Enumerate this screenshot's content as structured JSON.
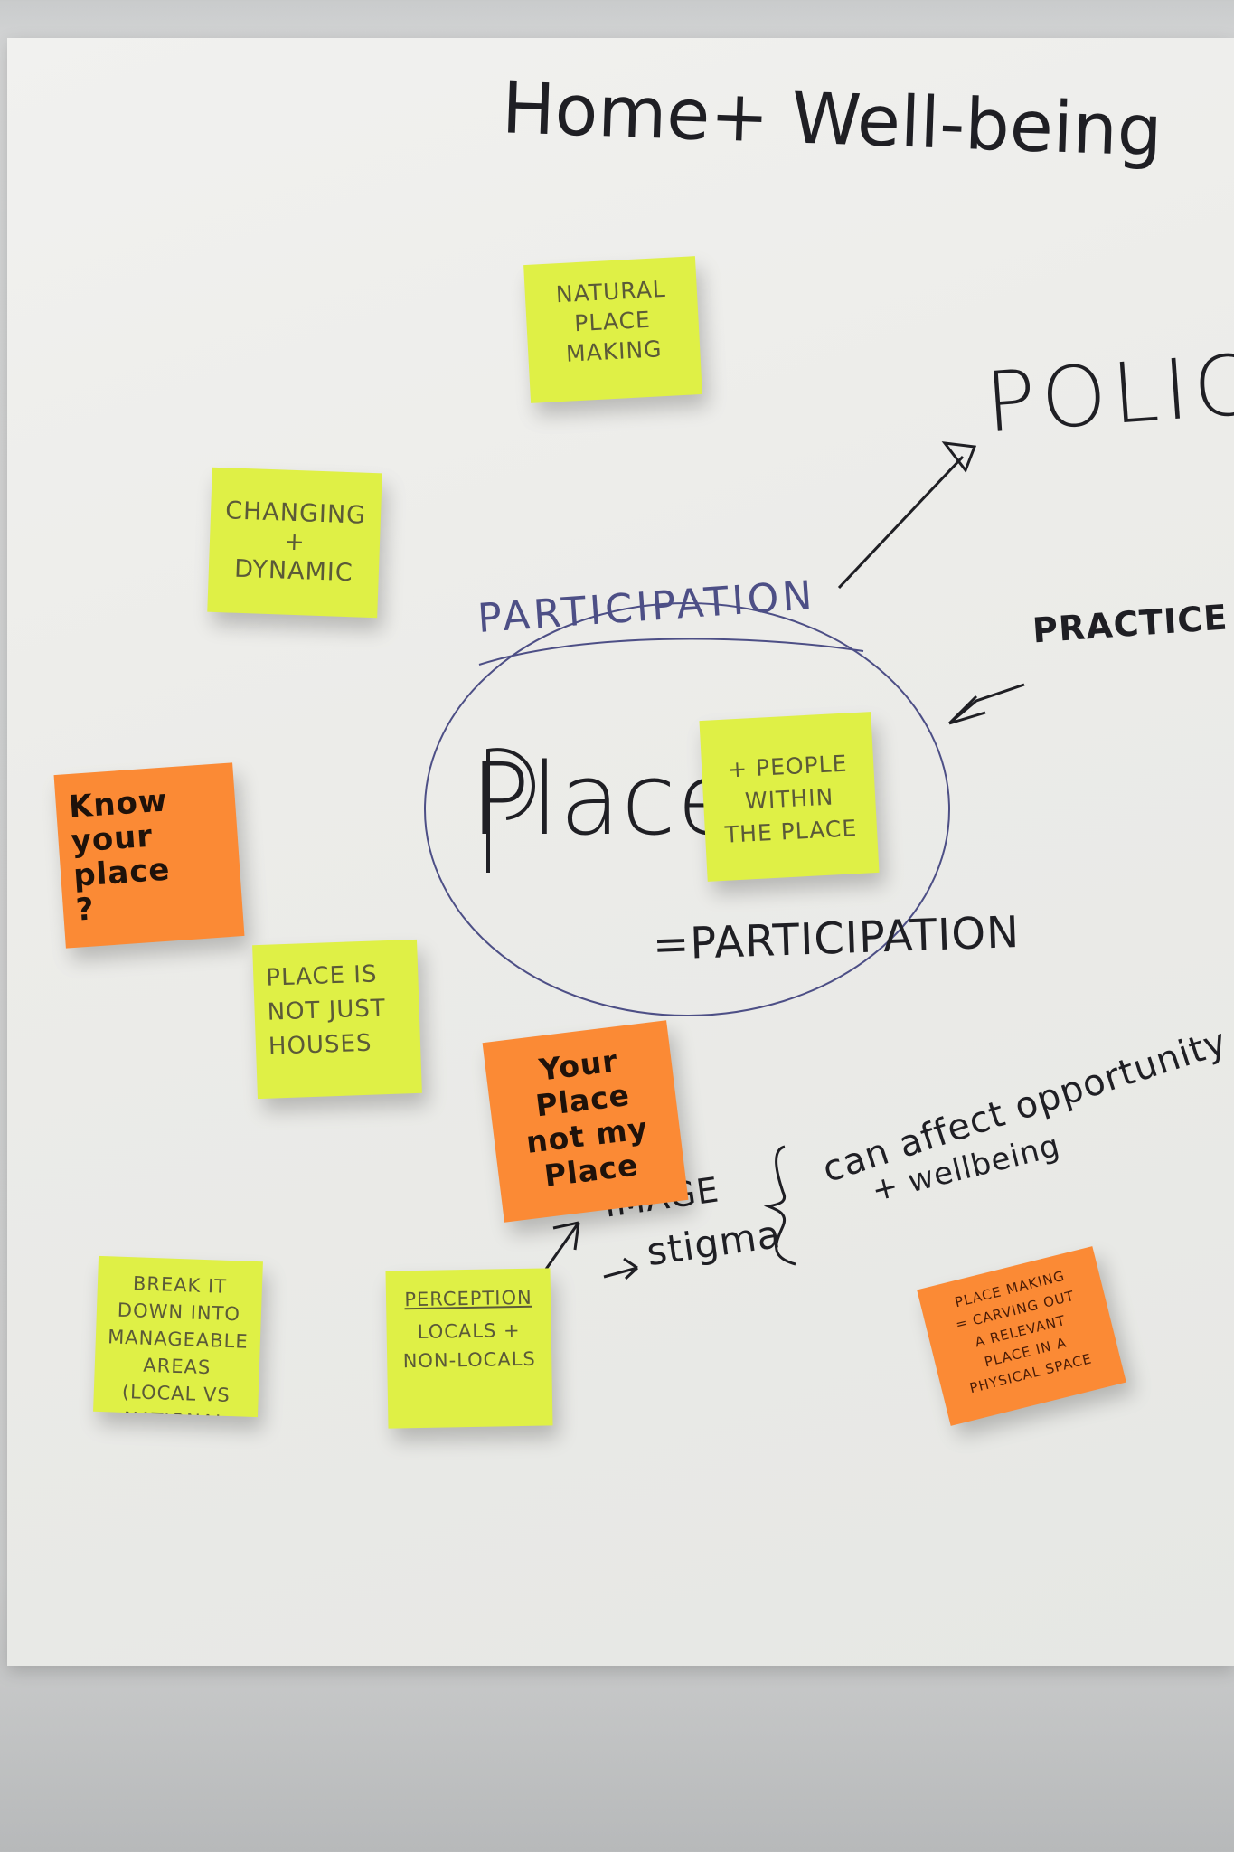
{
  "chart_title": "Home+ Well-being",
  "center": {
    "participation_crossed": "PARTICIPATION",
    "place_word": "Place",
    "participation_below": "=PARTICIPATION"
  },
  "side_labels": {
    "policy": "POLICY",
    "practice": "PRACTICE"
  },
  "notes": {
    "natural_place_making": "NATURAL\nPLACE\nMAKING",
    "changing_dynamic": "CHANGING\n+\nDYNAMIC",
    "know_your_place": "Know\nyour\nplace\n?",
    "people_within_place": "+ PEOPLE\nWITHIN\nTHE PLACE",
    "place_not_just_houses": "PLACE IS\nNOT JUST\nHOUSES",
    "your_place_not_my_place": "Your\nPlace\nnot my\nPlace",
    "break_it_down": "BREAK IT\nDOWN INTO\nMANAGEABLE\nAREAS\n(LOCAL VS NATIONAL",
    "perception_title": "PERCEPTION",
    "perception_body": "LOCALS +\nNON-LOCALS",
    "place_making_carving": "PLACE MAKING\n= CARVING OUT\nA RELEVANT\nPLACE IN A\nPHYSICAL SPACE"
  },
  "annotations": {
    "image": "IMAGE",
    "stigma": "stigma",
    "can_affect": "can affect opportunity",
    "wellbeing": "+ wellbeing"
  },
  "colors": {
    "yellow_note": "#dff046",
    "orange_note": "#fb8a35",
    "ink": "#1f1f24",
    "circle": "#4d4f86"
  }
}
